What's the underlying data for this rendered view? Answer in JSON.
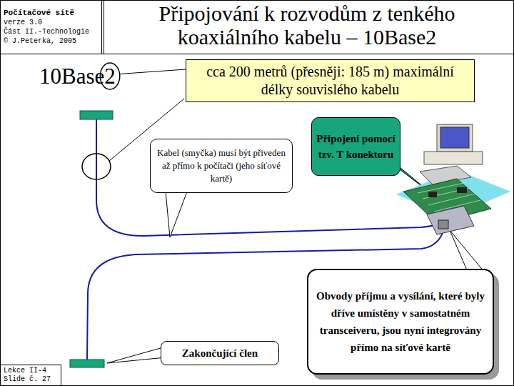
{
  "diagram": {
    "title": "Připojování k rozvodům z tenkého koaxiálního kabelu – 10Base2",
    "nodes": [
      {
        "text": [
          "Počítačové sítě",
          "verze 3.0",
          "Část II.-Technologie",
          "© J.Peterka, 2005"
        ]
      },
      {
        "text": [
          "cca 200 metrů (přesněji: 185 m) maximální délky souvislého kabelu"
        ]
      },
      {
        "text": [
          "Kabel (smyčka) musí být přiveden až přímo k počítači (jeho síťové kartě)"
        ]
      },
      {
        "text": [
          "Připojení pomocí tzv. T konektoru"
        ]
      },
      {
        "text": [
          "Obvody příjmu a vysílání, které byly dříve umístěny v samostatném transceiveru, jsou nyní integrovány přímo na síťové kartě"
        ]
      },
      {
        "text": [
          "Zakončující člen"
        ]
      },
      {
        "text": [
          "Lekce II-4",
          "Slide č. 27"
        ]
      }
    ],
    "labels": [
      "10Base2"
    ]
  }
}
